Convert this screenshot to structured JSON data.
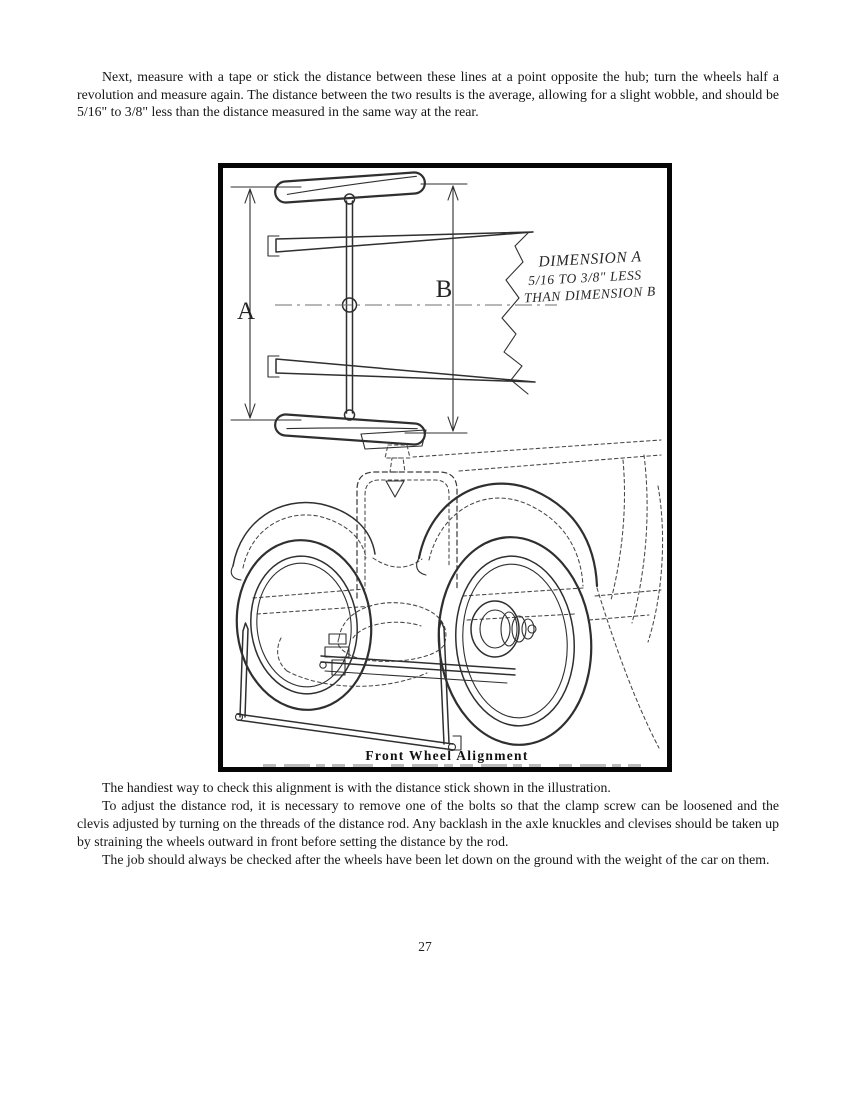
{
  "page": {
    "number": "27"
  },
  "content": {
    "intro": "Next, measure with a tape or stick the distance between these lines at a point opposite the hub; turn the wheels half a revolution and measure again.  The distance between the two results is the average, allowing for a slight wobble, and should be 5/16\" to 3/8\" less than the distance measured in the same way at the rear.",
    "para_handiest": "The handiest way to check this alignment is with the distance stick shown in the illustration.",
    "para_adjust": "To adjust the distance rod, it is necessary to remove one of the bolts so that the clamp screw can be loosened and the clevis adjusted by turning on the threads of the distance rod. Any backlash in the axle knuckles and clevises should be taken up by straining the wheels outward in front before setting the distance by the rod.",
    "para_job": "The job should always be checked after the wheels have been let down on the ground with the weight of the car on them."
  },
  "figure": {
    "caption": "Front Wheel Alignment",
    "dimension_label_a": "A",
    "dimension_label_b": "B",
    "annotation": {
      "line1": "DIMENSION A",
      "line2": "5/16 TO 3/8\" LESS",
      "line3": "THAN DIMENSION B"
    },
    "frame_border_color": "#060606",
    "ink_color": "#2f2f2f",
    "paper_color": "#ffffff"
  }
}
